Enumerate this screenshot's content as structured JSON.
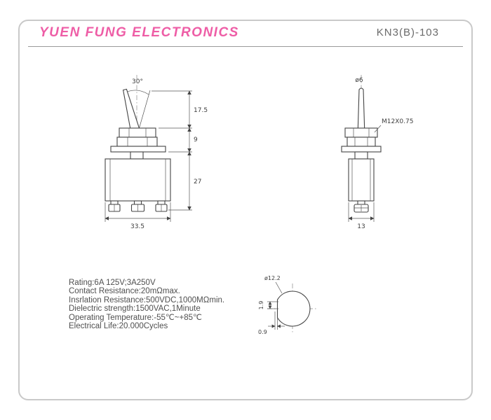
{
  "header": {
    "company": "YUEN FUNG ELECTRONICS",
    "model": "KN3(B)-103"
  },
  "front_view": {
    "throw_angle": "30°",
    "lever_height": "17.5",
    "bushing_height": "9",
    "body_height": "27",
    "body_width": "33.5"
  },
  "side_view": {
    "lever_diameter": "ø6",
    "thread_spec": "M12X0.75",
    "body_depth": "13"
  },
  "panel_cutout": {
    "diameter": "ø12.2",
    "keyway_width": "1.9",
    "keyway_depth": "0.9"
  },
  "specs": {
    "lines": [
      "Rating:6A 125V;3A250V",
      "Contact Resistance:20mΩmax.",
      "Insrlation Resistance:500VDC,1000MΩmin.",
      "Dielectric strength:1500VAC,1Minute",
      "Operating Temperature:-55℃~+85℃",
      "Electrical Life:20.000Cycles"
    ]
  },
  "colors": {
    "brand": "#ee5da6",
    "line": "#444444",
    "text": "#4f4f4f",
    "frame": "#c9c9c9"
  }
}
